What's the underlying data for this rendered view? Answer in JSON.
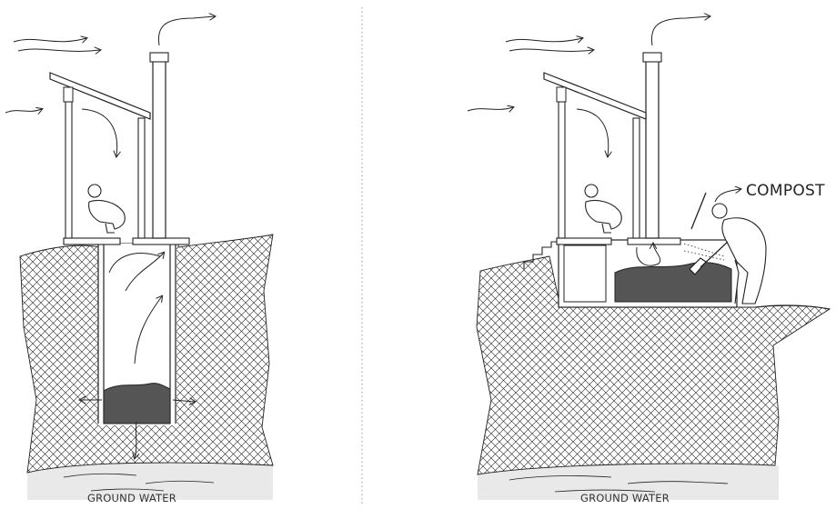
{
  "panels": [
    {
      "id": "pit-latrine",
      "ground_water_label": "GROUND WATER"
    },
    {
      "id": "composting-toilet",
      "ground_water_label": "GROUND WATER",
      "compost_label": "COMPOST"
    }
  ],
  "colors": {
    "ink": "#222222",
    "fill": "#ffffff",
    "waste": "#555555",
    "water": "#e9e9e9",
    "divider": "#999999"
  }
}
